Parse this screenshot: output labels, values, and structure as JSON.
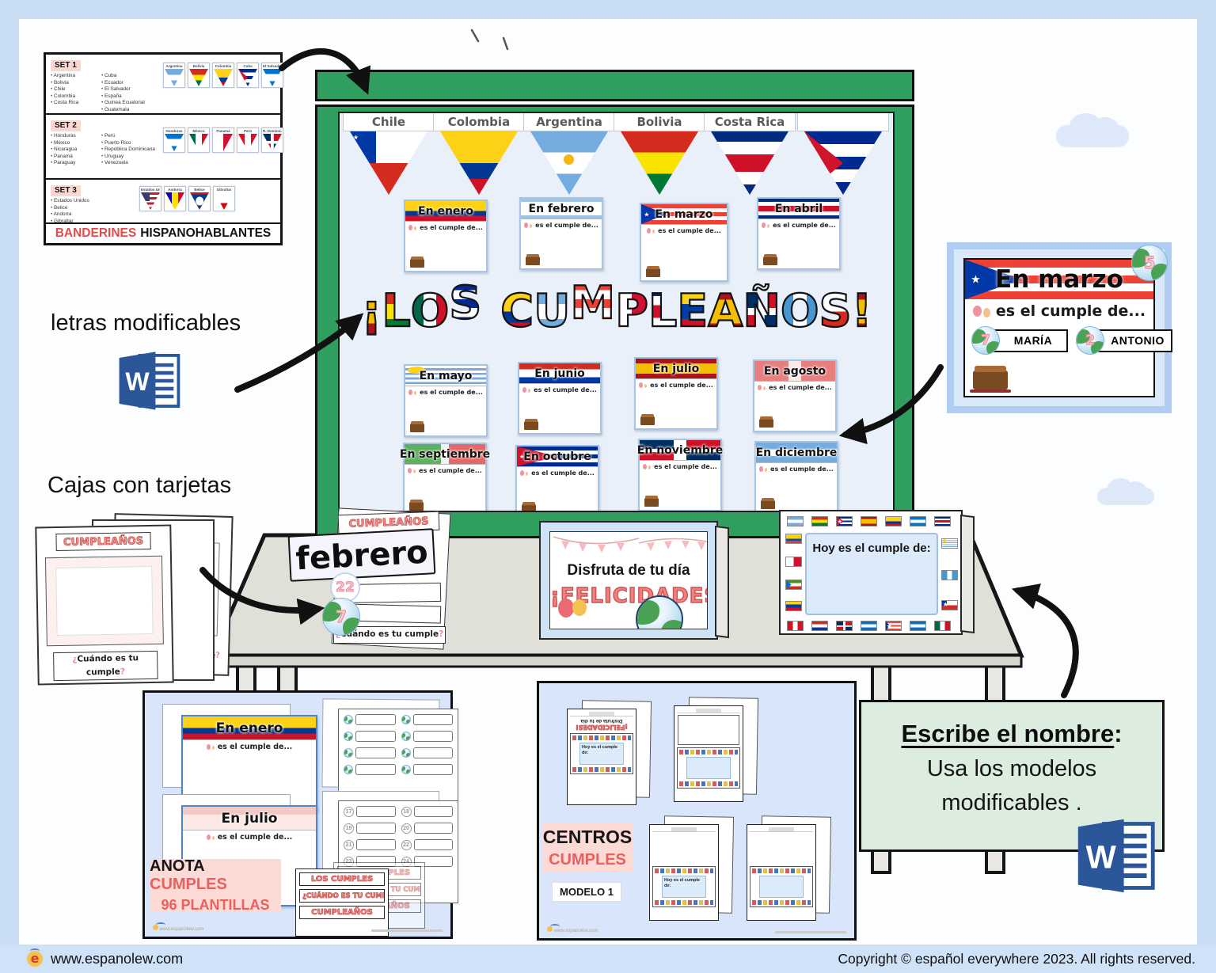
{
  "footer": {
    "site": "www.espanolew.com",
    "copyright": "Copyright © español everywhere 2023. All rights reserved."
  },
  "banderines_panel": {
    "title_red": "BANDERINES",
    "title_black": "HISPANOHABLANTES",
    "sets": [
      {
        "label": "SET 1",
        "col1": [
          "Argentina",
          "Bolivia",
          "Chile",
          "Colombia",
          "Costa Rica"
        ],
        "col2": [
          "Cuba",
          "Ecuador",
          "El Salvador",
          "España",
          "Guinea Ecuatorial",
          "Guatemala"
        ],
        "pennants": [
          {
            "name": "Argentina",
            "flag": "argentina"
          },
          {
            "name": "Bolivia",
            "flag": "bolivia"
          },
          {
            "name": "Colombia",
            "flag": "colombia"
          },
          {
            "name": "Cuba",
            "flag": "cuba"
          },
          {
            "name": "El Salvador",
            "flag": "el-salvador"
          }
        ]
      },
      {
        "label": "SET 2",
        "col1": [
          "Honduras",
          "México",
          "Nicaragua",
          "Panamá",
          "Paraguay"
        ],
        "col2": [
          "Perú",
          "Puerto Rico",
          "República Dominicana",
          "Uruguay",
          "Venezuela"
        ],
        "pennants": [
          {
            "name": "Honduras",
            "flag": "honduras"
          },
          {
            "name": "México",
            "flag": "mexico"
          },
          {
            "name": "Panamá",
            "flag": "panama"
          },
          {
            "name": "Perú",
            "flag": "peru"
          },
          {
            "name": "R. Dominicana",
            "flag": "rep-dominicana"
          }
        ]
      },
      {
        "label": "SET 3",
        "col1": [
          "Estados Unidos",
          "Belice",
          "Andorra",
          "Gibraltar"
        ],
        "col2": [],
        "pennants": [
          {
            "name": "Estados Unidos",
            "flag": "estados-unidos"
          },
          {
            "name": "Andorra",
            "flag": "andorra"
          },
          {
            "name": "Belice",
            "flag": "belice"
          },
          {
            "name": "Gibraltar",
            "flag": "gibraltar"
          }
        ]
      }
    ]
  },
  "board": {
    "pennants": [
      {
        "label": "Chile",
        "flag": "chile"
      },
      {
        "label": "Colombia",
        "flag": "colombia"
      },
      {
        "label": "Argentina",
        "flag": "argentina"
      },
      {
        "label": "Bolivia",
        "flag": "bolivia"
      },
      {
        "label": "Costa Rica",
        "flag": "costa-rica"
      },
      {
        "label": "",
        "flag": "cuba"
      }
    ],
    "title": "¡LOS CUMPLEAÑOS!",
    "title_letters": [
      {
        "ch": "¡",
        "flag": "espana"
      },
      {
        "ch": "L",
        "flag": "bolivia"
      },
      {
        "ch": "O",
        "flag": "mexico"
      },
      {
        "ch": "S",
        "flag": "cuba"
      },
      {
        "ch": " ",
        "flag": ""
      },
      {
        "ch": "C",
        "flag": "colombia"
      },
      {
        "ch": "U",
        "flag": "argentina"
      },
      {
        "ch": "M",
        "flag": "puerto-rico"
      },
      {
        "ch": "P",
        "flag": "panama"
      },
      {
        "ch": "L",
        "flag": "costa-rica"
      },
      {
        "ch": "E",
        "flag": "venezuela"
      },
      {
        "ch": "A",
        "flag": "espana"
      },
      {
        "ch": "Ñ",
        "flag": "rep-dominicana"
      },
      {
        "ch": "O",
        "flag": "guatemala"
      },
      {
        "ch": "S",
        "flag": "chile"
      },
      {
        "ch": "!",
        "flag": "espana"
      }
    ],
    "card_subtitle": "es el cumple de...",
    "months": [
      {
        "name": "En enero",
        "flag": "colombia"
      },
      {
        "name": "En febrero",
        "flag": "argentina"
      },
      {
        "name": "En marzo",
        "flag": "puerto-rico"
      },
      {
        "name": "En abril",
        "flag": "costa-rica"
      },
      {
        "name": "En mayo",
        "flag": "uruguay"
      },
      {
        "name": "En junio",
        "flag": "paraguay"
      },
      {
        "name": "En julio",
        "flag": "espana"
      },
      {
        "name": "En agosto",
        "flag": "peru"
      },
      {
        "name": "En septiembre",
        "flag": "mexico"
      },
      {
        "name": "En octubre",
        "flag": "cuba"
      },
      {
        "name": "En noviembre",
        "flag": "rep-dominicana"
      },
      {
        "name": "En diciembre",
        "flag": "argentina"
      }
    ]
  },
  "annotations": {
    "letras": "letras modificables",
    "cajas": "Cajas con tarjetas"
  },
  "marzo_card": {
    "month": "En marzo",
    "subtitle": "es el cumple de...",
    "badge": "5",
    "names": [
      {
        "num": "7",
        "name": "MARÍA"
      },
      {
        "num": "2",
        "name": "ANTONIO"
      }
    ]
  },
  "cajas_pages": {
    "header": "CUMPLEAÑOS",
    "q_open": "¿",
    "q_body": "Cuándo es tu cumple",
    "q_close": "?"
  },
  "febrero_box": {
    "header": "CUMPLEAÑOS",
    "month": "febrero",
    "date": "22",
    "num": "7",
    "q_open": "¿",
    "q_body": "Cuándo es tu cumple",
    "q_close": "?"
  },
  "disfruta_card": {
    "line1": "Disfruta de tu día",
    "line2": "¡FELICIDADES!"
  },
  "hoy_card": {
    "label": "Hoy es el cumple de:",
    "flags_top": [
      "argentina",
      "bolivia",
      "cuba",
      "espana",
      "colombia",
      "nicaragua",
      "costa-rica"
    ],
    "flags_left": [
      "ecuador",
      "panama",
      "guinea-ecuatorial",
      "venezuela"
    ],
    "flags_right": [
      "uruguay",
      "guatemala",
      "chile"
    ],
    "flags_bottom": [
      "peru",
      "paraguay",
      "rep-dominicana",
      "honduras",
      "puerto-rico",
      "el-salvador",
      "mexico"
    ]
  },
  "anota_panel": {
    "card_top": "En enero",
    "card_bottom": "En julio",
    "subtitle": "es el cumple de...",
    "title_black": "ANOTA",
    "title_red": "CUMPLES",
    "subtitle2": "96 PLANTILLAS",
    "numbers": [
      "17",
      "18",
      "19",
      "20",
      "21",
      "22",
      "23",
      "24"
    ],
    "strips": [
      "LOS CUMPLES",
      "¿CUÁNDO ES TU CUMPLE?",
      "CUMPLEAÑOS"
    ]
  },
  "centros_panel": {
    "title_black": "CENTROS",
    "title_red": "CUMPLES",
    "modelo": "MODELO 1",
    "page_felicidades": "¡FELICIDADES!",
    "page_disfruta": "Disfruta de tu día",
    "page_hoy": "Hoy es el cumple de:"
  },
  "escribe_panel": {
    "title": "Escribe el nombre",
    "colon": ":",
    "line2": "Usa los modelos",
    "line3": "modificables ."
  }
}
